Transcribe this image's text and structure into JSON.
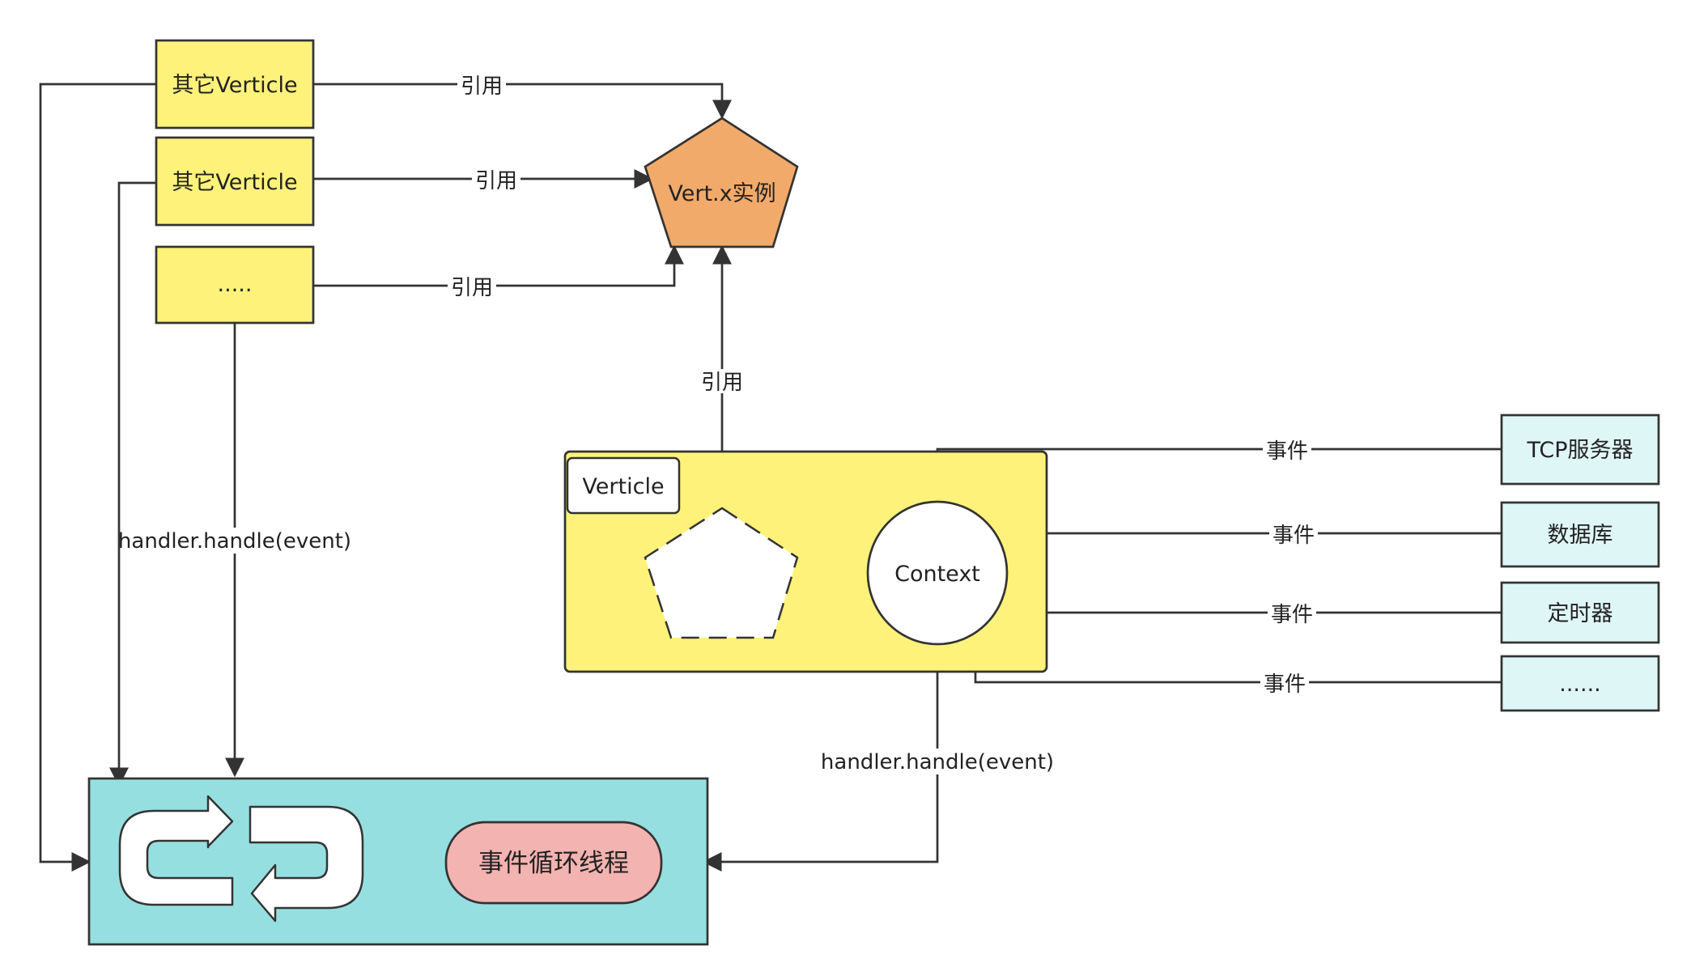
{
  "verticles": [
    {
      "label": "其它Verticle"
    },
    {
      "label": "其它Verticle"
    },
    {
      "label": "....."
    }
  ],
  "vertx_instance": {
    "label": "Vert.x实例"
  },
  "verticle_container": {
    "label": "Verticle"
  },
  "context": {
    "label": "Context"
  },
  "event_sources": [
    {
      "label": "TCP服务器"
    },
    {
      "label": "数据库"
    },
    {
      "label": "定时器"
    },
    {
      "label": "......"
    }
  ],
  "edge_labels": {
    "ref_1": "引用",
    "ref_2": "引用",
    "ref_3": "引用",
    "ref_4": "引用",
    "event_1": "事件",
    "event_2": "事件",
    "event_3": "事件",
    "event_4": "事件",
    "handle_left": "handler.handle(event)",
    "handle_right": "handler.handle(event)"
  },
  "event_loop": {
    "thread_label": "事件循环线程"
  },
  "colors": {
    "verticle_fill": "#fff27a",
    "vertx_fill": "#f2aa6a",
    "container_fill": "#fff27a",
    "source_fill": "#dff6f6",
    "loop_fill": "#96dfe1",
    "thread_fill": "#f3b3b0",
    "stroke": "#333333"
  }
}
